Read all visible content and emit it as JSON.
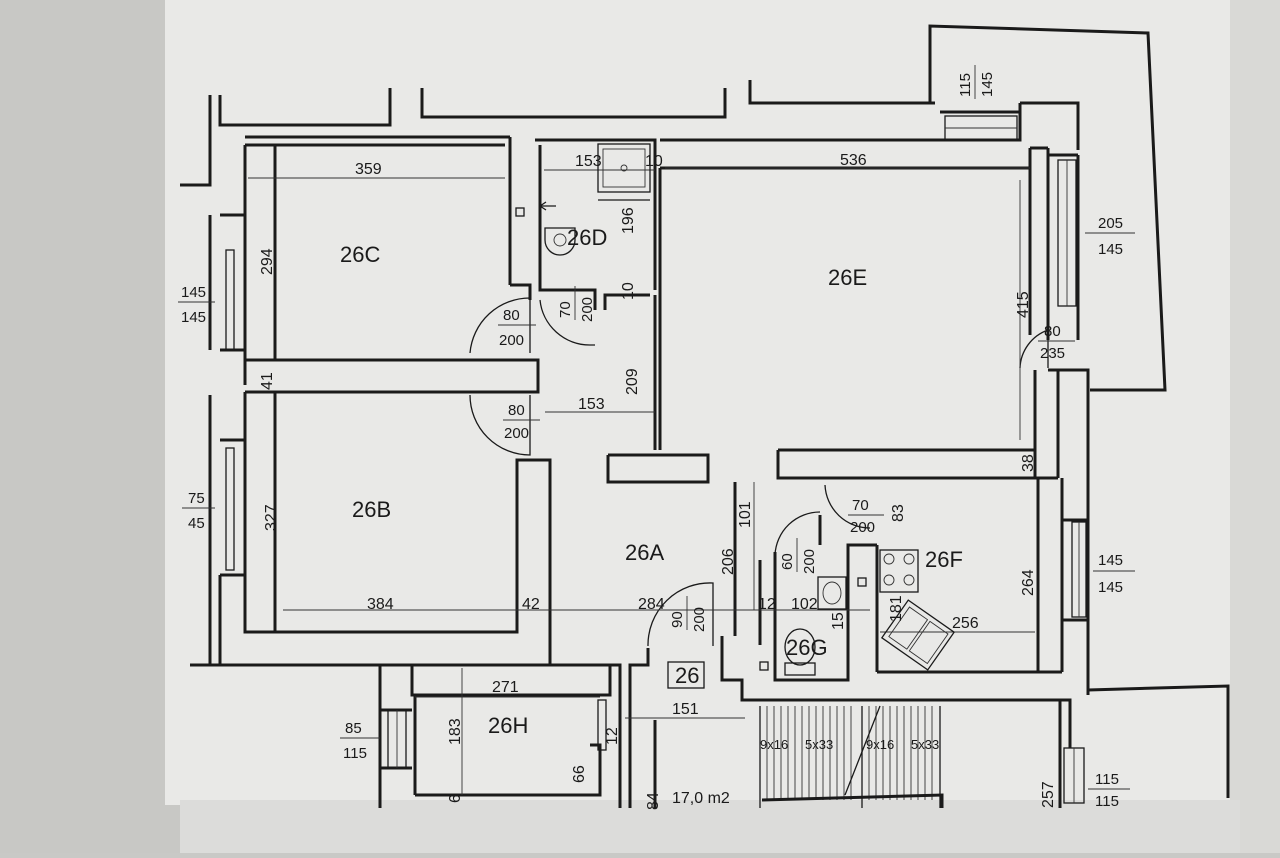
{
  "rooms": {
    "r26A": "26A",
    "r26B": "26B",
    "r26C": "26C",
    "r26D": "26D",
    "r26E": "26E",
    "r26F": "26F",
    "r26G": "26G",
    "r26H": "26H",
    "stair_no": "26"
  },
  "dimensions": {
    "d359": "359",
    "d294": "294",
    "d41": "41",
    "d327": "327",
    "d384": "384",
    "d42": "42",
    "d153a": "153",
    "d10a": "10",
    "d196": "196",
    "d10b": "10",
    "d209": "209",
    "d153b": "153",
    "d536": "536",
    "d415": "415",
    "d38": "38",
    "d101": "101",
    "d206": "206",
    "d284": "284",
    "d12a": "12",
    "d102": "102",
    "d15": "15",
    "d83": "83",
    "d181": "181",
    "d256": "256",
    "d264": "264",
    "d271": "271",
    "d183": "183",
    "d12b": "12",
    "d66": "66",
    "d6": "6",
    "d151": "151",
    "d84": "84",
    "d257": "257"
  },
  "openings": {
    "win_115_145": [
      "115",
      "145"
    ],
    "win_205_145": [
      "205",
      "145"
    ],
    "door_80_235": [
      "80",
      "235"
    ],
    "win_145_145_left": [
      "145",
      "145"
    ],
    "door_80_200_top": [
      "80",
      "200"
    ],
    "door_70_200_d": [
      "70",
      "200"
    ],
    "door_80_200_mid": [
      "80",
      "200"
    ],
    "win_75_45": [
      "75",
      "45"
    ],
    "door_60_200": [
      "60",
      "200"
    ],
    "door_70_200_f": [
      "70",
      "200"
    ],
    "win_145_145_right": [
      "145",
      "145"
    ],
    "door_90_200": [
      "90",
      "200"
    ],
    "win_85_115": [
      "85",
      "115"
    ],
    "win_115_115": [
      "115",
      "115"
    ]
  },
  "stairs": {
    "s1": "9x16",
    "s2": "5x33",
    "s3": "9x16",
    "s4": "5x33"
  },
  "area": "17,0 m2"
}
